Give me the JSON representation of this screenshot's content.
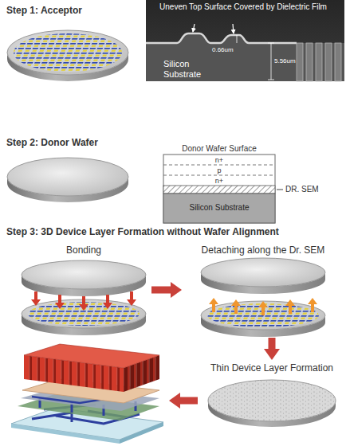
{
  "diagram": {
    "nodes": [
      {
        "text": [
          "Bonding"
        ]
      },
      {
        "text": [
          "Detaching along the Dr. SEM"
        ]
      },
      {
        "text": [
          "Thin Device Layer Formation"
        ]
      }
    ],
    "edges": [
      {
        "from": 0,
        "to": 1,
        "arrow": "to"
      },
      {
        "from": 1,
        "to": 2,
        "arrow": "to"
      }
    ],
    "labels": [
      "Step 1: Acceptor",
      "Uneven Top Surface Covered by Dielectric Film",
      "5.56um",
      "0.66um",
      "Silicon Substrate",
      "Step 2: Donor Wafer",
      "Donor Wafer Surface",
      "n+",
      "p",
      "n+",
      "DR. SEM",
      "Silicon Substrate",
      "Step 3: 3D Device Layer Formation without Wafer Alignment"
    ]
  }
}
